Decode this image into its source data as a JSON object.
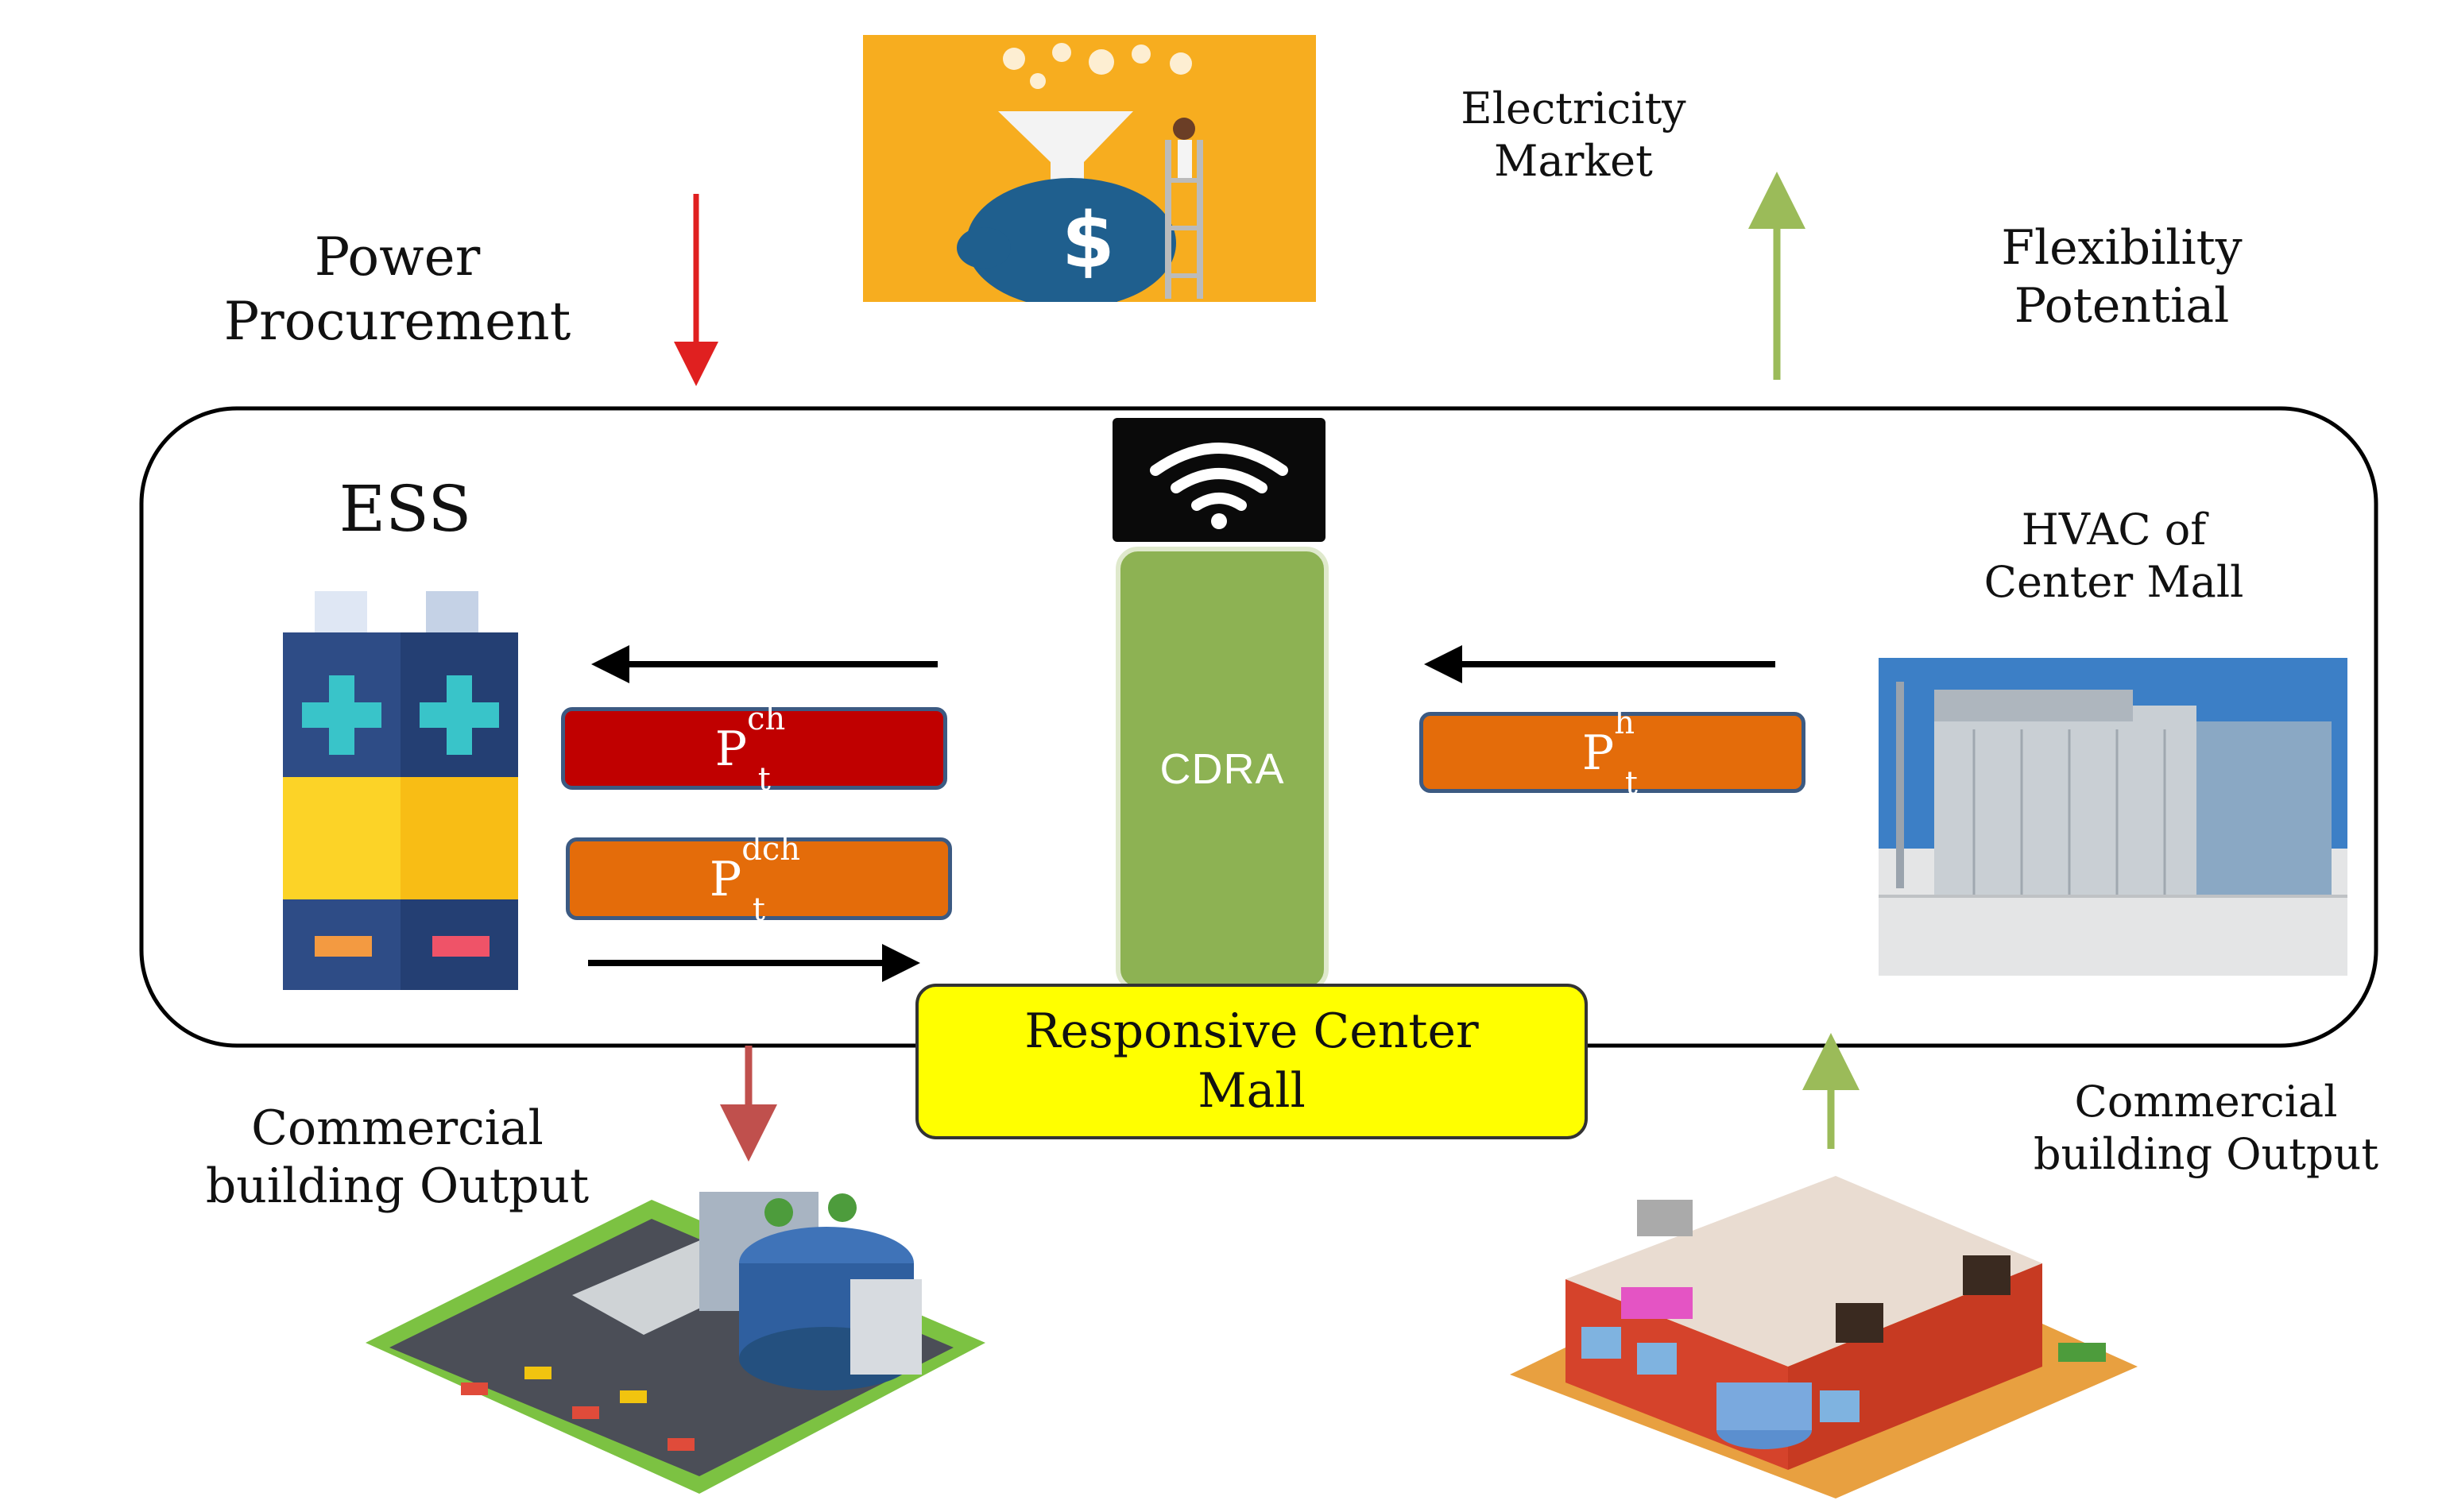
{
  "labels": {
    "power_procurement": [
      "Power",
      "Procurement"
    ],
    "electricity_market": [
      "Electricity",
      "Market"
    ],
    "flexibility_potential": [
      "Flexibility",
      "Potential"
    ],
    "ess": "ESS",
    "hvac": [
      "HVAC of",
      "Center Mall"
    ],
    "cdra": "CDRA",
    "responsive_mall": [
      "Responsive Center",
      "Mall"
    ],
    "commercial_left": [
      "Commercial",
      "building Output"
    ],
    "commercial_right": [
      "Commercial",
      "building Output"
    ]
  },
  "signals": {
    "charge": {
      "base": "P",
      "sub": "t",
      "sup": "ch"
    },
    "discharge": {
      "base": "P",
      "sub": "t",
      "sup": "dch"
    },
    "hvac": {
      "base": "P",
      "sub": "t",
      "sup": "h"
    }
  },
  "market_icon_text": "$",
  "colors": {
    "charge_fill": "#c00000",
    "discharge_fill": "#e46c0a",
    "hvac_fill": "#e46c0a",
    "cdra_fill": "#8db253",
    "mall_fill": "#ffff00",
    "arrow_red": "#e02020",
    "arrow_green": "#9bbb59",
    "arrow_darkred": "#c0504d",
    "market_bg": "#f7ad1f"
  }
}
